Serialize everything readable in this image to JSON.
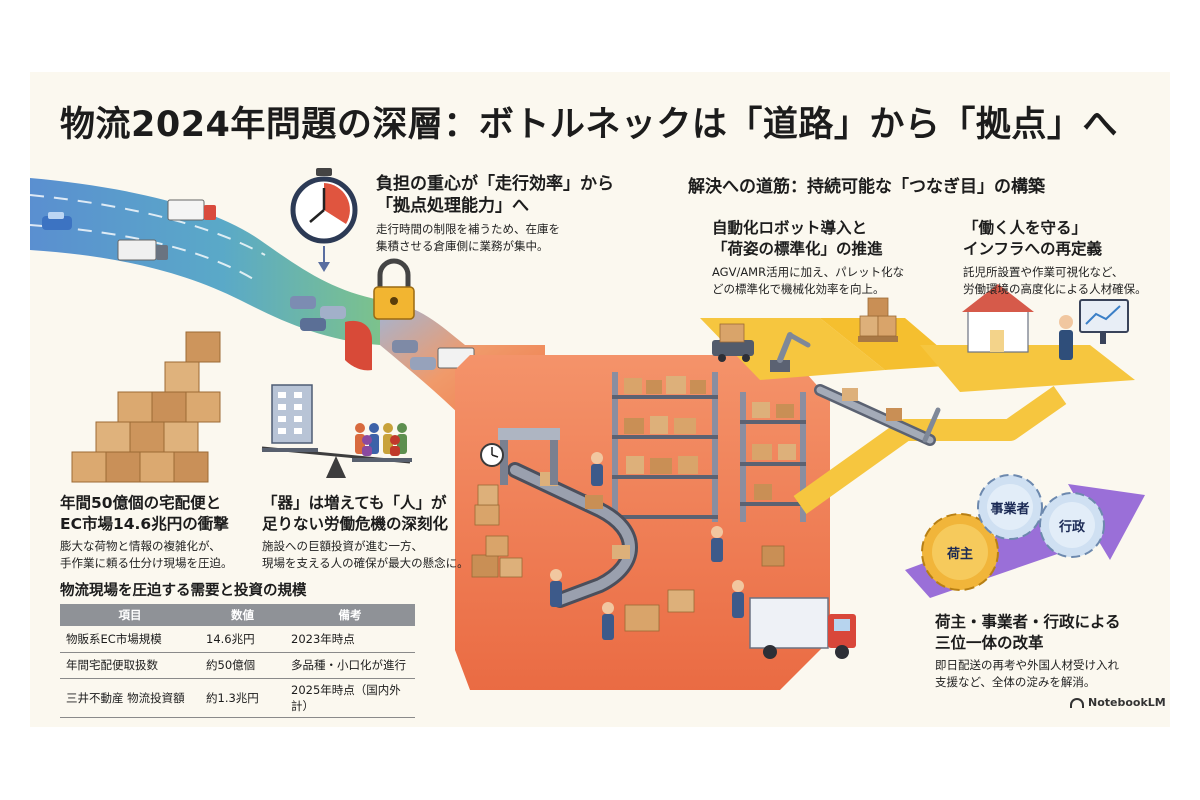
{
  "title": "物流2024年問題の深層：ボトルネックは「道路」から「拠点」へ",
  "shift": {
    "heading_line1": "負担の重心が「走行効率」から",
    "heading_line2": "「拠点処理能力」へ",
    "body_line1": "走行時間の制限を補うため、在庫を",
    "body_line2": "集積させる倉庫側に業務が集中。"
  },
  "solution_header": "解決への道筋：持続可能な「つなぎ目」の構築",
  "automation": {
    "heading_line1": "自動化ロボット導入と",
    "heading_line2": "「荷姿の標準化」の推進",
    "body_line1": "AGV/AMR活用に加え、パレット化な",
    "body_line2": "どの標準化で機械化効率を向上。"
  },
  "workers": {
    "heading_line1": "「働く人を守る」",
    "heading_line2": "インフラへの再定義",
    "body_line1": "託児所設置や作業可視化など、",
    "body_line2": "労働環境の高度化による人材確保。"
  },
  "demand": {
    "heading_line1": "年間50億個の宅配便と",
    "heading_line2": "EC市場14.6兆円の衝撃",
    "body_line1": "膨大な荷物と情報の複雑化が、",
    "body_line2": "手作業に頼る仕分け現場を圧迫。"
  },
  "labor": {
    "heading_line1": "「器」は増えても「人」が",
    "heading_line2": "足りない労働危機の深刻化",
    "body_line1": "施設への巨額投資が進む一方、",
    "body_line2": "現場を支える人の確保が最大の懸念に。"
  },
  "trinity": {
    "heading_line1": "荷主・事業者・行政による",
    "heading_line2": "三位一体の改革",
    "body_line1": "即日配送の再考や外国人材受け入れ",
    "body_line2": "支援など、全体の淀みを解消。",
    "gear_shipper": "荷主",
    "gear_operator": "事業者",
    "gear_government": "行政"
  },
  "table": {
    "title": "物流現場を圧迫する需要と投資の規模",
    "headers": [
      "項目",
      "数値",
      "備考"
    ],
    "rows": [
      [
        "物販系EC市場規模",
        "14.6兆円",
        "2023年時点"
      ],
      [
        "年間宅配便取扱数",
        "約50億個",
        "多品種・小口化が進行"
      ],
      [
        "三井不動産 物流投資額",
        "約1.3兆円",
        "2025年時点（国内外計）"
      ]
    ]
  },
  "logo": "NotebookLM",
  "colors": {
    "background": "#fbf8ef",
    "road_blue": "#5a8fd0",
    "road_green": "#7cc28c",
    "warehouse_orange": "#ef7a4c",
    "path_yellow": "#f6c63f",
    "arrow_purple": "#9a6fd8",
    "gear_gold": "#f1b53a",
    "gear_blue": "#cfe0f2"
  }
}
